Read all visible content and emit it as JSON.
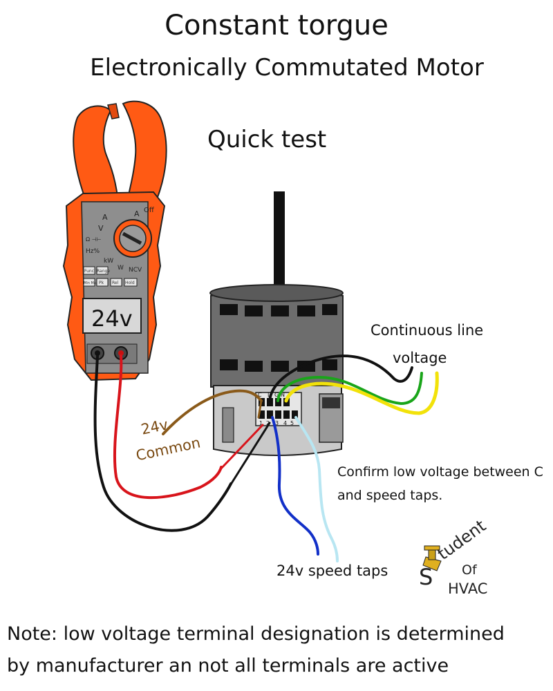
{
  "title": "Constant torgue",
  "subtitle_line": "Electronically Commutated Motor",
  "section": "Quick test",
  "meter": {
    "display": "24v",
    "dial_labels": {
      "off": "Off",
      "a_left": "A",
      "a_right": "A",
      "v": "V",
      "ohm": "Ω ⊣⊢",
      "hz": "Hz%",
      "kw": "kW",
      "w": "W",
      "ncv": "NCV"
    },
    "buttons": [
      "Func",
      "Range",
      "Min Max",
      "Pk",
      "Rel",
      "Hold"
    ]
  },
  "motor": {
    "top_terminals": [
      "C",
      "L",
      "G",
      "N"
    ],
    "bottom_terminals": [
      "1",
      "2",
      "3",
      "4",
      "5"
    ]
  },
  "labels": {
    "continuous_1": "Continuous line",
    "continuous_2": "voltage",
    "common_1": "24v",
    "common_2": "Common",
    "confirm_1": "Confirm low voltage between C",
    "confirm_2": "and speed taps.",
    "speed_taps": "24v speed taps"
  },
  "logo": {
    "s": "S",
    "tudent": "tudent",
    "of": "Of",
    "hvac": "HVAC"
  },
  "note": {
    "line1": "Note: low voltage terminal designation is determined",
    "line2": "by manufacturer an not all terminals are active"
  },
  "colors": {
    "meter_orange": "#ff5a14",
    "meter_body": "#8e8e8e",
    "motor_body": "#6d6d6d",
    "wire_black": "#111111",
    "wire_red": "#d8141b",
    "wire_brown": "#8a5a1a",
    "wire_green": "#1aa51a",
    "wire_yellow": "#f2e20a",
    "wire_blue": "#1230c8",
    "wire_lightblue": "#b8e6f2"
  }
}
